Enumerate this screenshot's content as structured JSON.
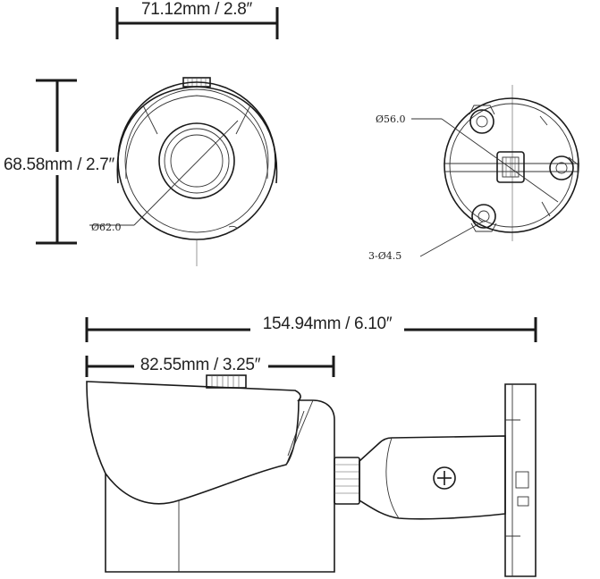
{
  "dimensions": {
    "front_width": "71.12mm / 2.8″",
    "front_height": "68.58mm / 2.7″",
    "lens_diameter": "Ø62.0",
    "mount_diameter": "Ø56.0",
    "mount_holes": "3-Ø4.5",
    "total_length": "154.94mm / 6.10″",
    "body_length": "82.55mm / 3.25″"
  }
}
